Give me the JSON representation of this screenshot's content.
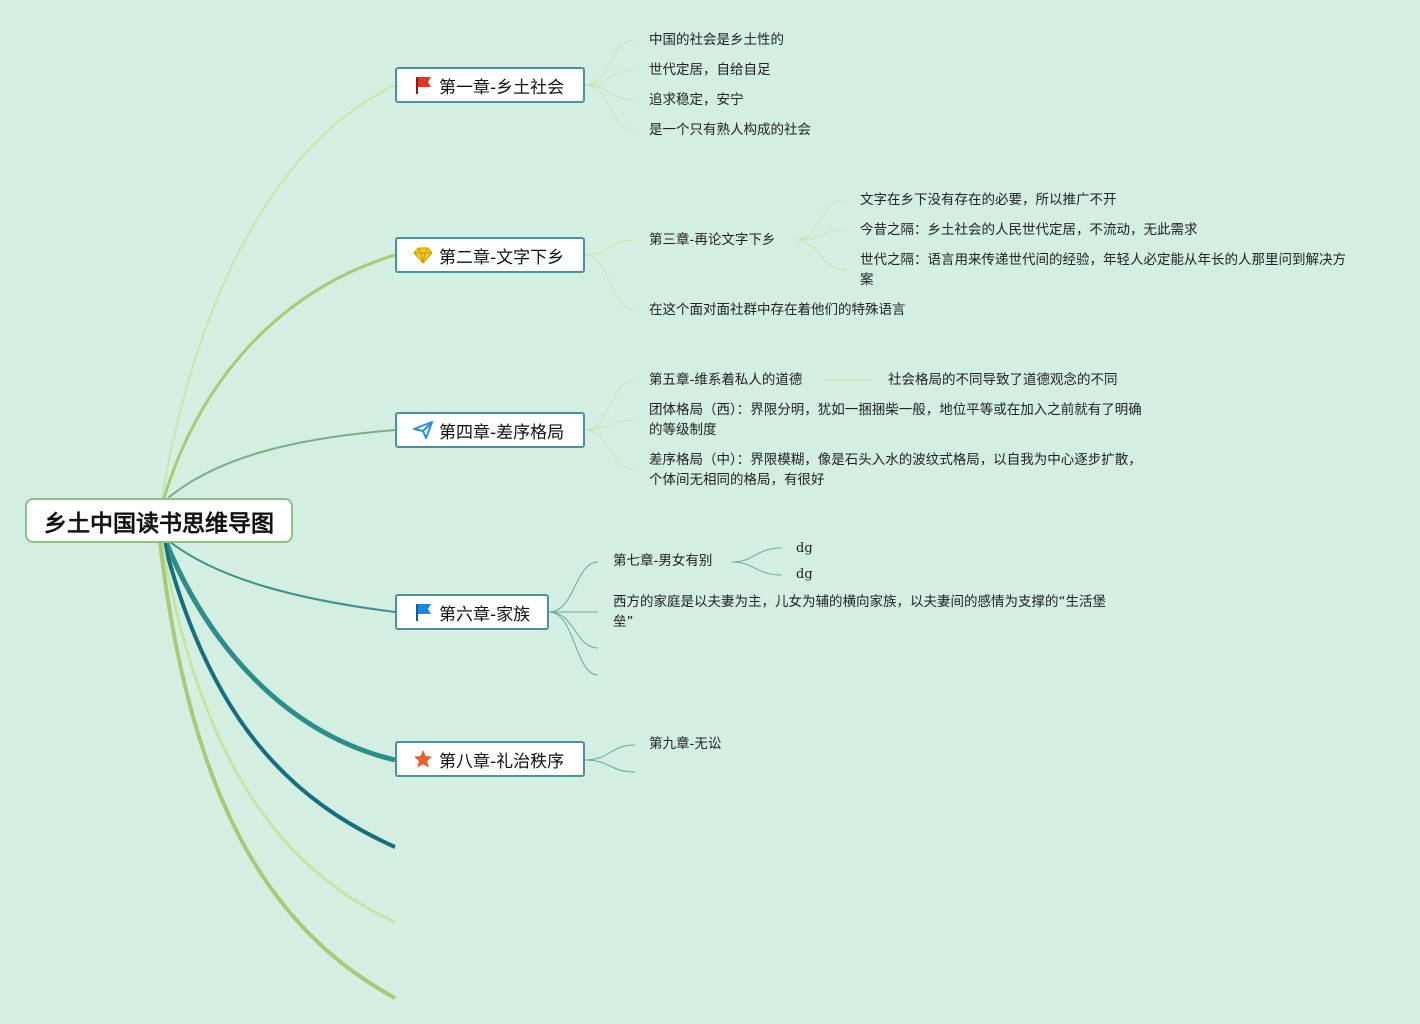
{
  "root": {
    "label": "乡土中国读书思维导图"
  },
  "chapters": [
    {
      "label": "第一章-乡土社会",
      "icon": "red-flag-icon",
      "children": [
        "中国的社会是乡土性的",
        "世代定居，自给自足",
        "追求稳定，安宁",
        "是一个只有熟人构成的社会"
      ]
    },
    {
      "label": "第二章-文字下乡",
      "icon": "diamond-icon",
      "subtopic": {
        "label": "第三章-再论文字下乡",
        "children": [
          "文字在乡下没有存在的必要，所以推广不开",
          "今昔之隔：乡土社会的人民世代定居，不流动，无此需求",
          "世代之隔：语言用来传递世代间的经验，年轻人必定能从年长的人那里问到解决方案"
        ]
      },
      "children": [
        "在这个面对面社群中存在着他们的特殊语言"
      ]
    },
    {
      "label": "第四章-差序格局",
      "icon": "paper-plane-icon",
      "subtopic": {
        "label": "第五章-维系着私人的道德",
        "children": [
          "社会格局的不同导致了道德观念的不同"
        ]
      },
      "children": [
        "团体格局（西）：界限分明，犹如一捆捆柴一般，地位平等或在加入之前就有了明确的等级制度",
        "差序格局（中）：界限模糊，像是石头入水的波纹式格局，以自我为中心逐步扩散，个体间无相同的格局，有很好"
      ]
    },
    {
      "label": "第六章-家族",
      "icon": "blue-flag-icon",
      "subtopic": {
        "label": "第七章-男女有别",
        "children": [
          "dg",
          "dg"
        ]
      },
      "children": [
        "西方的家庭是以夫妻为主，儿女为辅的横向家族，以夫妻间的感情为支撑的“生活堡垒”"
      ]
    },
    {
      "label": "第八章-礼治秩序",
      "icon": "star-icon",
      "children": [
        "第九章-无讼"
      ]
    }
  ],
  "colors": {
    "background": "#d3efe1",
    "node_border": "#4e8fa0",
    "flag_red": "#e0332a",
    "diamond": "#f2c81b",
    "plane": "#2a8fd6",
    "flag_blue": "#1f86d8",
    "star": "#e8602c"
  }
}
